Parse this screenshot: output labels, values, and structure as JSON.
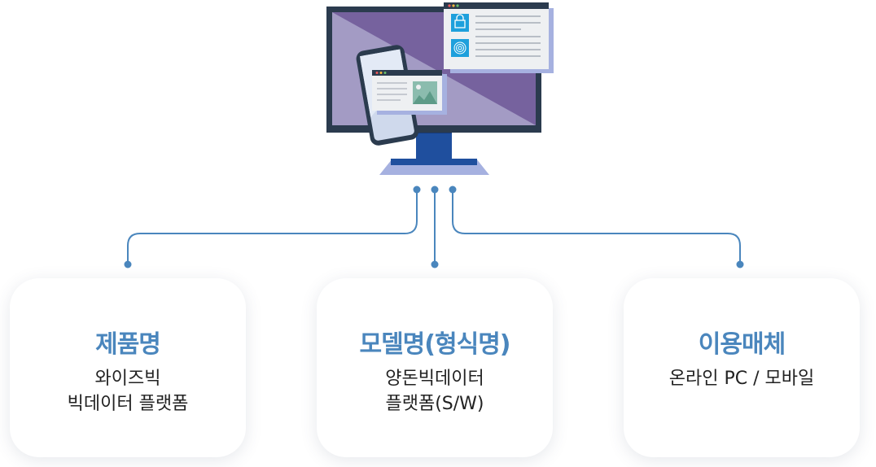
{
  "accent_color": "#4a86bd",
  "illustration": {
    "icons": [
      "monitor-icon",
      "smartphone-icon",
      "browser-window-icon",
      "lock-icon",
      "fingerprint-icon",
      "image-icon"
    ]
  },
  "cards": [
    {
      "title": "제품명",
      "lines": [
        "와이즈빅",
        "빅데이터 플랫폼"
      ]
    },
    {
      "title": "모델명(형식명)",
      "lines": [
        "양돈빅데이터",
        "플랫폼(S/W)"
      ]
    },
    {
      "title": "이용매체",
      "lines": [
        "온라인 PC / 모바일"
      ]
    }
  ]
}
